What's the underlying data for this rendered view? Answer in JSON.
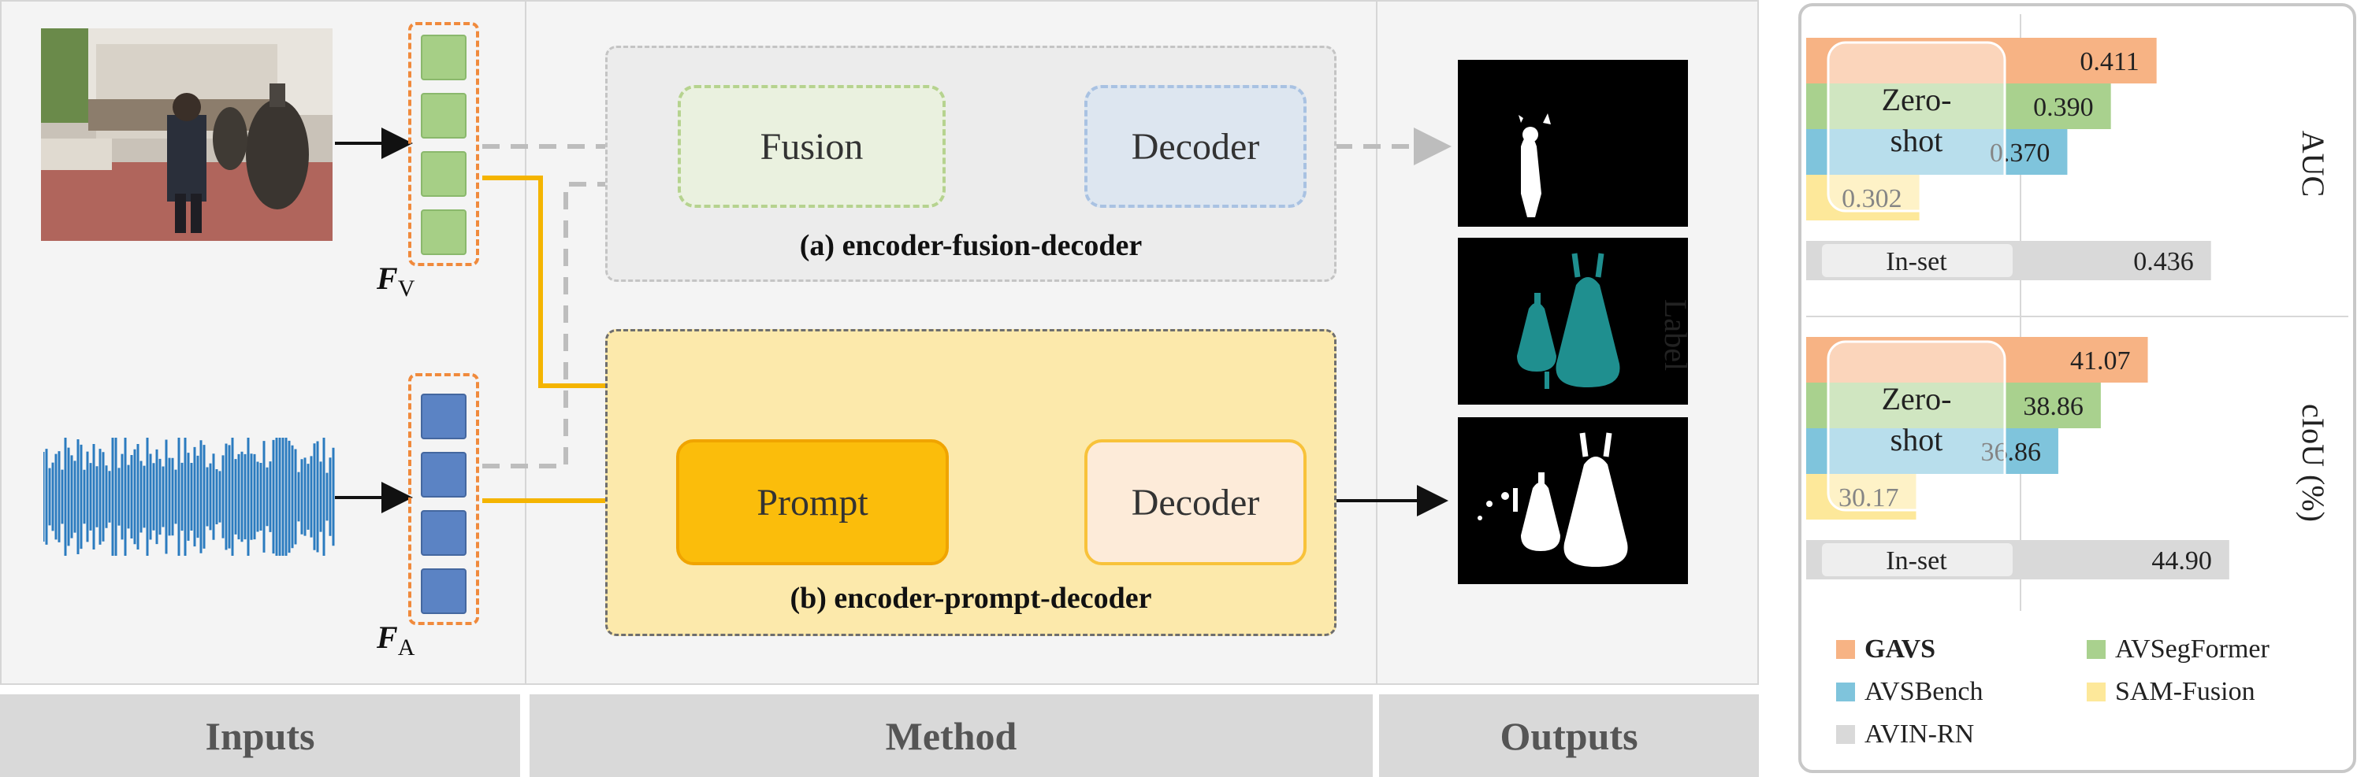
{
  "sections": {
    "inputs_label": "Inputs",
    "method_label": "Method",
    "outputs_label": "Outputs"
  },
  "features": {
    "visual_label": "F",
    "visual_sub": "V",
    "audio_label": "F",
    "audio_sub": "A"
  },
  "method": {
    "a_fusion": "Fusion",
    "a_decoder": "Decoder",
    "a_caption": "(a) encoder-fusion-decoder",
    "b_prompt": "Prompt",
    "b_decoder": "Decoder",
    "b_caption": "(b) encoder-prompt-decoder"
  },
  "outputs": {
    "label": "Label"
  },
  "colors": {
    "gavs": "#f7b384",
    "avsegformer": "#a9d18e",
    "avsbench": "#7fc4dc",
    "sam_fusion": "#fde89a",
    "avin_rn": "#d9d9d9",
    "prompt_arrow": "#f4b400",
    "dashed_arrow": "#bdbdbd"
  },
  "chart_data": [
    {
      "type": "bar",
      "orientation": "horizontal",
      "metric_label": "AUC",
      "overlay_label": "Zero-shot",
      "overlay_line1": "Zero-",
      "overlay_line2": "shot",
      "series": [
        {
          "name": "GAVS",
          "value": 0.411,
          "label": "0.411"
        },
        {
          "name": "AVSegFormer",
          "value": 0.39,
          "label": "0.390"
        },
        {
          "name": "AVSBench",
          "value": 0.37,
          "label": "0.370"
        },
        {
          "name": "SAM-Fusion",
          "value": 0.302,
          "label": "0.302"
        }
      ],
      "inset": {
        "name": "AVIN-RN",
        "category": "In-set",
        "value": 0.436,
        "label": "0.436"
      },
      "xlim": [
        0.25,
        0.46
      ]
    },
    {
      "type": "bar",
      "orientation": "horizontal",
      "metric_label": "cIoU (%)",
      "overlay_label": "Zero-shot",
      "overlay_line1": "Zero-",
      "overlay_line2": "shot",
      "series": [
        {
          "name": "GAVS",
          "value": 41.07,
          "label": "41.07"
        },
        {
          "name": "AVSegFormer",
          "value": 38.86,
          "label": "38.86"
        },
        {
          "name": "AVSBench",
          "value": 36.86,
          "label": "36.86"
        },
        {
          "name": "SAM-Fusion",
          "value": 30.17,
          "label": "30.17"
        }
      ],
      "inset": {
        "name": "AVIN-RN",
        "category": "In-set",
        "value": 44.9,
        "label": "44.90"
      },
      "xlim": [
        25.0,
        46.5
      ]
    }
  ],
  "legend": [
    {
      "name": "GAVS",
      "bold": true,
      "color": "#f7b384"
    },
    {
      "name": "AVSegFormer",
      "bold": false,
      "color": "#a9d18e"
    },
    {
      "name": "AVSBench",
      "bold": false,
      "color": "#7fc4dc"
    },
    {
      "name": "SAM-Fusion",
      "bold": false,
      "color": "#fde89a"
    },
    {
      "name": "AVIN-RN",
      "bold": false,
      "color": "#d9d9d9"
    }
  ]
}
